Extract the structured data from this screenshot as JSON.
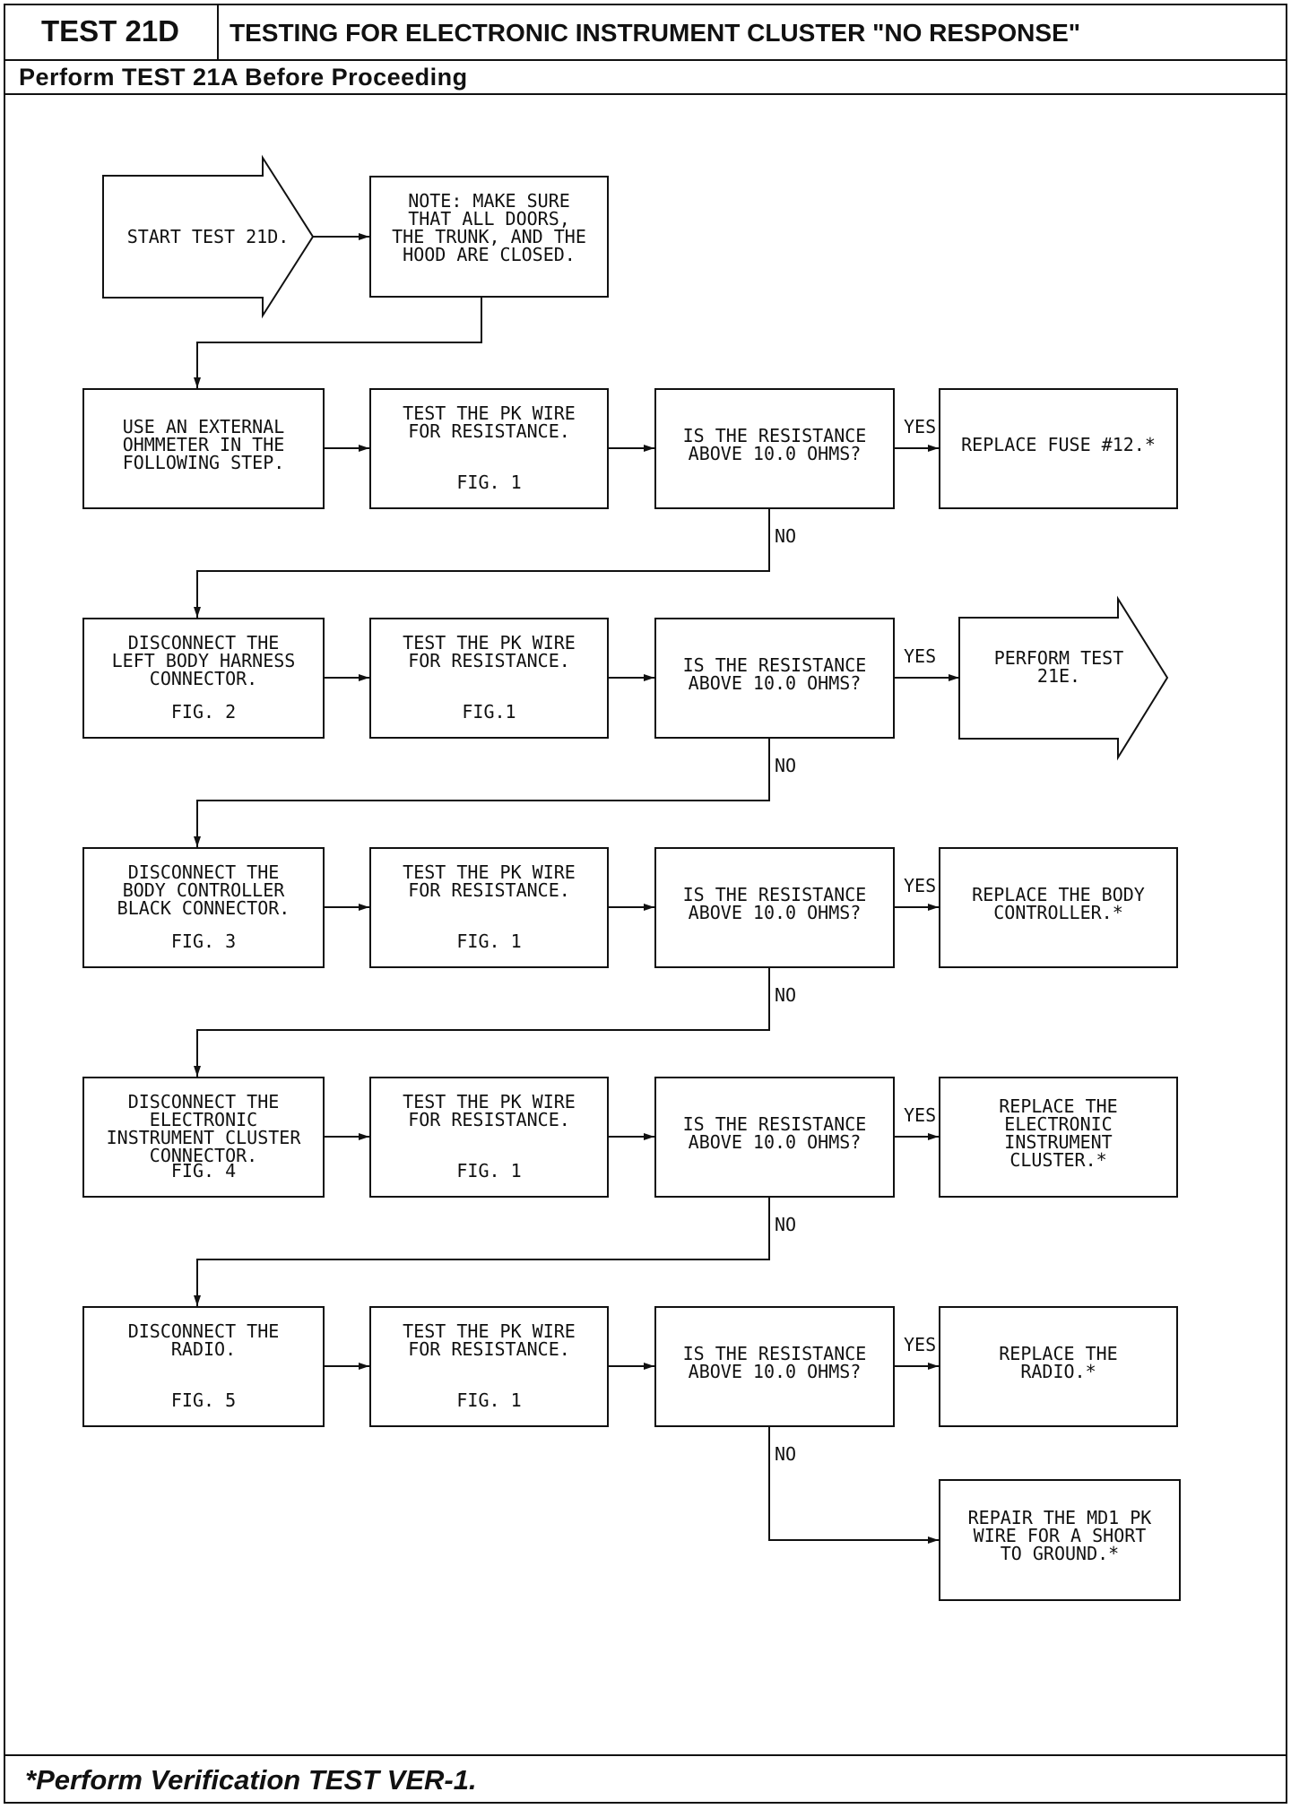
{
  "header": {
    "test_id": "TEST 21D",
    "title": "TESTING FOR ELECTRONIC INSTRUMENT CLUSTER \"NO RESPONSE\"",
    "prerequisite": "Perform TEST 21A Before Proceeding"
  },
  "flowchart": {
    "start": "START TEST 21D.",
    "note": "NOTE: MAKE SURE\nTHAT ALL DOORS,\nTHE TRUNK, AND THE\nHOOD ARE CLOSED.",
    "branch_labels": {
      "yes": "YES",
      "no": "NO"
    },
    "steps": [
      {
        "action": {
          "text": "USE AN EXTERNAL\nOHMMETER IN THE\nFOLLOWING STEP."
        },
        "test": {
          "text": "TEST THE PK WIRE\nFOR RESISTANCE.",
          "fig": "FIG. 1"
        },
        "question": "IS THE RESISTANCE\nABOVE 10.0 OHMS?",
        "if_yes": "REPLACE FUSE #12.*"
      },
      {
        "action": {
          "text": "DISCONNECT THE\nLEFT BODY HARNESS\nCONNECTOR.",
          "fig": "FIG. 2"
        },
        "test": {
          "text": "TEST THE PK WIRE\nFOR RESISTANCE.",
          "fig": "FIG.1"
        },
        "question": "IS THE RESISTANCE\nABOVE 10.0 OHMS?",
        "if_yes": "PERFORM TEST\n21E."
      },
      {
        "action": {
          "text": "DISCONNECT THE\nBODY CONTROLLER\nBLACK CONNECTOR.",
          "fig": "FIG. 3"
        },
        "test": {
          "text": "TEST THE PK WIRE\nFOR RESISTANCE.",
          "fig": "FIG. 1"
        },
        "question": "IS THE RESISTANCE\nABOVE 10.0 OHMS?",
        "if_yes": "REPLACE THE BODY\nCONTROLLER.*"
      },
      {
        "action": {
          "text": "DISCONNECT THE\nELECTRONIC\nINSTRUMENT CLUSTER\nCONNECTOR.",
          "fig": "FIG. 4"
        },
        "test": {
          "text": "TEST THE PK WIRE\nFOR RESISTANCE.",
          "fig": "FIG. 1"
        },
        "question": "IS THE RESISTANCE\nABOVE 10.0 OHMS?",
        "if_yes": "REPLACE THE\nELECTRONIC\nINSTRUMENT\nCLUSTER.*"
      },
      {
        "action": {
          "text": "DISCONNECT THE\nRADIO.",
          "fig": "FIG. 5"
        },
        "test": {
          "text": "TEST THE PK WIRE\nFOR RESISTANCE.",
          "fig": "FIG. 1"
        },
        "question": "IS THE RESISTANCE\nABOVE 10.0 OHMS?",
        "if_yes": "REPLACE THE\nRADIO.*"
      }
    ],
    "if_no_after_last_step": "REPAIR THE MD1 PK\nWIRE FOR A SHORT\nTO GROUND.*"
  },
  "footer": {
    "note": "*Perform Verification TEST VER-1."
  }
}
